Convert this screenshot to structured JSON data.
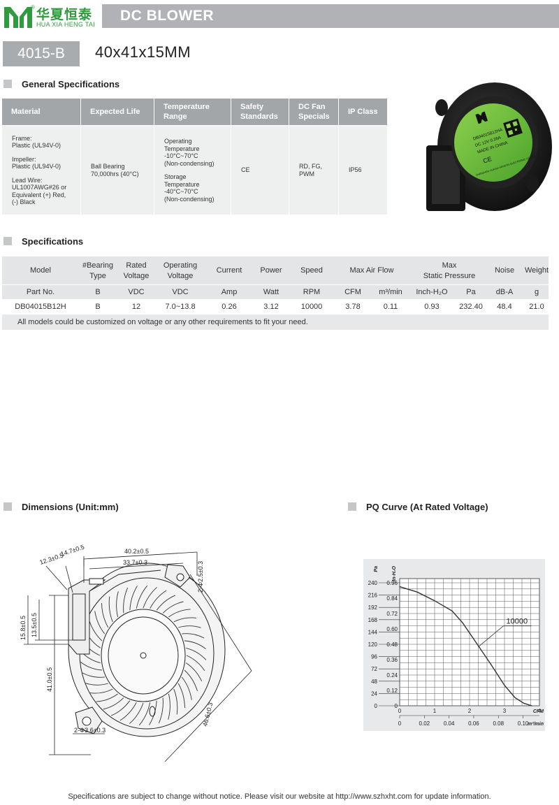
{
  "header": {
    "logo_cn": "华夏恒泰",
    "logo_en": "HUA XIA HENG TAI",
    "title": "DC BLOWER"
  },
  "model": {
    "name": "4015-B",
    "size": "40x41x15MM"
  },
  "general": {
    "heading": "General Specifications",
    "columns": [
      {
        "title": [
          "Material"
        ],
        "lines": [
          "Frame:",
          "Plastic (UL94V-0)",
          "",
          "Impeller:",
          "Plastic (UL94V-0)",
          "",
          "Lead Wire:",
          "UL1007AWG#26 or",
          "Equivalent (+) Red,",
          "(-) Black"
        ]
      },
      {
        "title": [
          "Expected Life"
        ],
        "lines": [
          "Ball Bearing",
          "70,000hrs (40°C)"
        ]
      },
      {
        "title": [
          "Temperature",
          "Range"
        ],
        "lines": [
          "Operating",
          "Temperature",
          "-10°C~70°C",
          "(Non-condensing)",
          "",
          "Storage",
          "Temperature",
          "-40°C~70°C",
          "(Non-condensing)"
        ]
      },
      {
        "title": [
          "Safety",
          "Standards"
        ],
        "lines": [
          "CE"
        ]
      },
      {
        "title": [
          "DC Fan",
          "Specials"
        ],
        "lines": [
          "RD, FG,",
          "PWM"
        ]
      },
      {
        "title": [
          "IP Class"
        ],
        "lines": [
          "IP56"
        ]
      }
    ]
  },
  "product_label": {
    "part": "DB04015B12HA",
    "rating": "DC 12V    0.26A",
    "made": "MADE IN CHINA",
    "mark": "CE",
    "maker": "SHENZHEN HUAXIA HENGTAI ELECTRONIC CO.,LTD"
  },
  "specs": {
    "heading": "Specifications",
    "head1": {
      "model": "Model",
      "bearing": [
        "#Bearing",
        "Type"
      ],
      "rated": [
        "Rated",
        "Voltage"
      ],
      "operating": [
        "Operating",
        "Voltage"
      ],
      "current": "Current",
      "power": "Power",
      "speed": "Speed",
      "airflow": "Max  Air  Flow",
      "pressure": [
        "Max",
        "Static  Pressure"
      ],
      "noise": "Noise",
      "weight": "Weight"
    },
    "units": [
      "Part No.",
      "B",
      "VDC",
      "VDC",
      "Amp",
      "Watt",
      "RPM",
      "CFM",
      "m³/min",
      "Inch-H₂O",
      "Pa",
      "dB-A",
      "g"
    ],
    "row": [
      "DB04015B12H",
      "B",
      "12",
      "7.0~13.8",
      "0.26",
      "3.12",
      "10000",
      "3.78",
      "0.11",
      "0.93",
      "232.40",
      "48.4",
      "21.0"
    ],
    "note": "All models could be customized on voltage or any other requirements to fit your need."
  },
  "dimensions": {
    "heading": "Dimensions (Unit:mm)",
    "labels": {
      "d1": "14.7±0.5",
      "d2": "12.3±0.5",
      "d3": "40.2±0.5",
      "d4": "33.7±0.3",
      "d5": "2-Φ2.5±0.3",
      "d6": "15.8±0.5",
      "d7": "13.5±0.5",
      "d8": "41.0±0.5",
      "d9": "46.6±0.3",
      "d10": "2-Φ3.6±0.3"
    }
  },
  "pq": {
    "heading": "PQ Curve (At Rated Voltage)",
    "chart_data": {
      "type": "line",
      "title": "",
      "y_left_label": "Pa",
      "y_right_label": "In-H₂O",
      "x_top_label": "CFM",
      "x_bottom_label": "m³/min",
      "y_ticks_pa": [
        "240",
        "216",
        "192",
        "168",
        "144",
        "120",
        "96",
        "72",
        "48",
        "24",
        "0"
      ],
      "y_ticks_inh2o": [
        "0.96",
        "0.84",
        "0.72",
        "0.60",
        "0.48",
        "0.36",
        "0.24",
        "0.12",
        "0"
      ],
      "x_ticks_cfm": [
        "0",
        "1",
        "2",
        "3",
        "4"
      ],
      "x_ticks_m3": [
        "0",
        "0.02",
        "0.04",
        "0.06",
        "0.08",
        "0.10"
      ],
      "ylim_pa": [
        0,
        240
      ],
      "xlim_cfm": [
        0,
        4
      ],
      "series": [
        {
          "name": "10000",
          "x": [
            0,
            0.5,
            1.0,
            1.5,
            1.8,
            2.2,
            2.6,
            3.0,
            3.3,
            3.55,
            3.78
          ],
          "y": [
            232.4,
            222,
            205,
            185,
            162,
            122,
            82,
            40,
            16,
            5,
            0
          ]
        }
      ],
      "grid": true
    }
  },
  "footer": "Specifications are subject to change without notice. Please visit our website at http://www.szhxht.com for update information."
}
